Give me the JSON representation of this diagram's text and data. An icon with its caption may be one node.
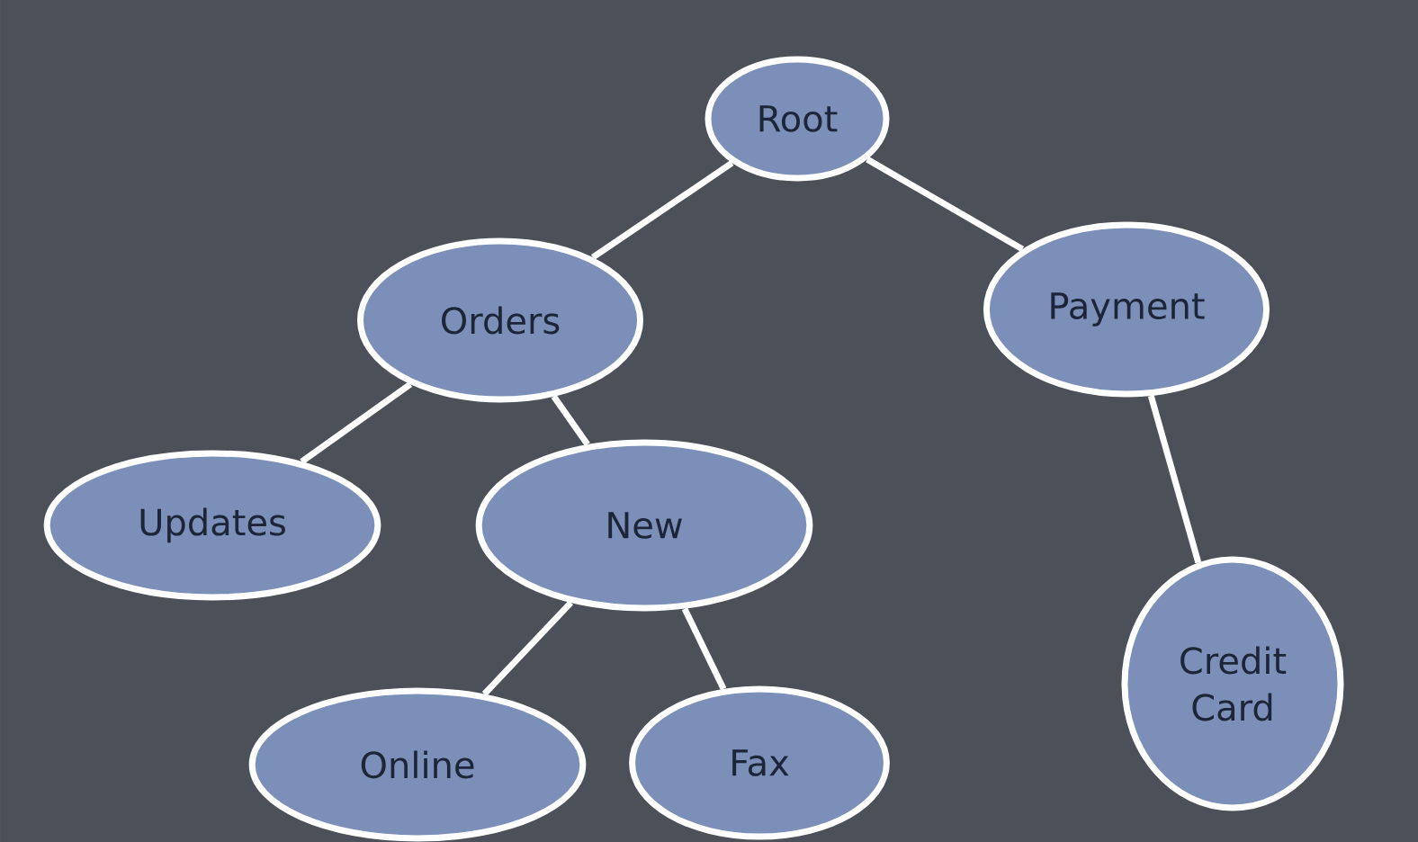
{
  "diagram": {
    "nodes": [
      {
        "text": [
          "Root"
        ]
      },
      {
        "text": [
          "Orders"
        ]
      },
      {
        "text": [
          "Payment"
        ]
      },
      {
        "text": [
          "Updates"
        ]
      },
      {
        "text": [
          "New"
        ]
      },
      {
        "text": [
          "Credit Card"
        ]
      },
      {
        "text": [
          "Online"
        ]
      },
      {
        "text": [
          "Fax"
        ]
      }
    ],
    "edges": [
      {
        "from": 0,
        "to": 1,
        "arrow": "none"
      },
      {
        "from": 0,
        "to": 2,
        "arrow": "none"
      },
      {
        "from": 1,
        "to": 3,
        "arrow": "none"
      },
      {
        "from": 1,
        "to": 4,
        "arrow": "none"
      },
      {
        "from": 4,
        "to": 6,
        "arrow": "none"
      },
      {
        "from": 4,
        "to": 7,
        "arrow": "none"
      },
      {
        "from": 2,
        "to": 5,
        "arrow": "none"
      }
    ]
  }
}
